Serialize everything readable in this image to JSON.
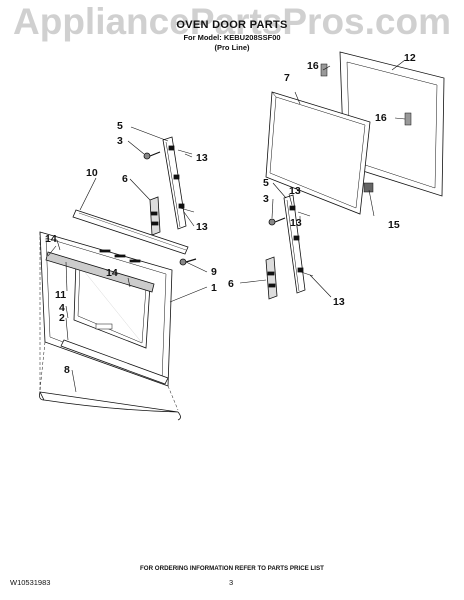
{
  "watermark": "AppliancePartsPros.com",
  "header": {
    "title": "OVEN DOOR PARTS",
    "model_line": "For Model: KEBU208SSF00",
    "variant": "(Pro Line)"
  },
  "callouts": [
    "1",
    "2",
    "3",
    "4",
    "5",
    "6",
    "7",
    "8",
    "9",
    "10",
    "11",
    "12",
    "13",
    "14",
    "15",
    "16"
  ],
  "footer": {
    "ordering_note": "FOR ORDERING INFORMATION REFER TO PARTS PRICE LIST",
    "part_number": "W10531983",
    "page_number": "3"
  }
}
